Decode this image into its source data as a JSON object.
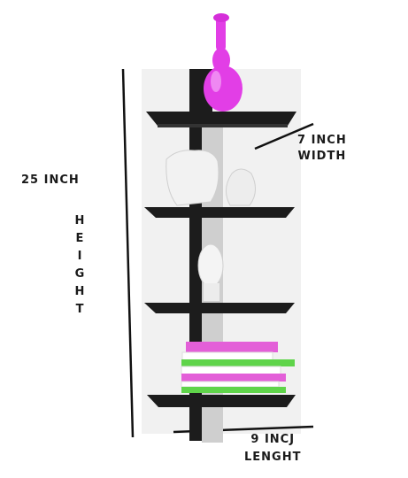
{
  "labels": {
    "height_value": "25 INCH",
    "height_word": [
      "H",
      "E",
      "I",
      "G",
      "H",
      "T"
    ],
    "width_value": "7 INCH",
    "width_word": "WIDTH",
    "length_value": "9 INCJ",
    "length_word": "LENGHT"
  },
  "colors": {
    "shelf": "#1c1c1c",
    "shelf_top": "#2e2e2e",
    "wall_shadow": "#d9d9d9",
    "vase": "#e23ee6",
    "book_pink": "#e35fd8",
    "book_green": "#5fd44a",
    "figurine": "#f2f2f2"
  }
}
